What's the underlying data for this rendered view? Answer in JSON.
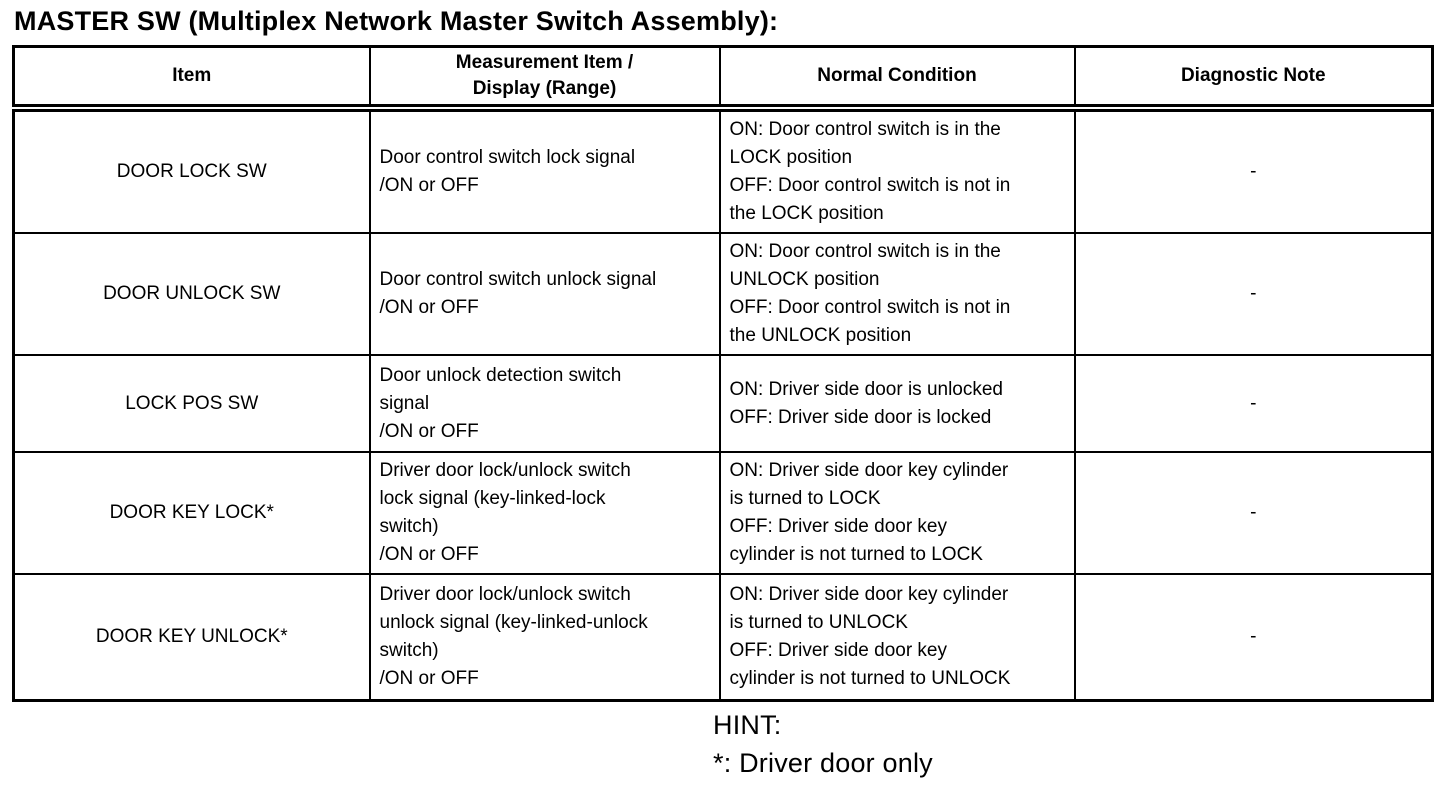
{
  "title": "MASTER SW (Multiplex Network Master Switch Assembly):",
  "table": {
    "headers": {
      "item": "Item",
      "measurement": "Measurement Item /\nDisplay (Range)",
      "normal": "Normal Condition",
      "note": "Diagnostic Note"
    },
    "rows": [
      {
        "item": "DOOR LOCK SW",
        "measurement": "Door control switch lock signal\n/ON or OFF",
        "normal": "ON: Door control switch is in the\nLOCK position\nOFF: Door control switch is not in\nthe LOCK position",
        "note": "-"
      },
      {
        "item": "DOOR UNLOCK SW",
        "measurement": "Door control switch unlock signal\n/ON or OFF",
        "normal": "ON: Door control switch is in the\nUNLOCK position\nOFF: Door control switch is not in\nthe UNLOCK position",
        "note": "-"
      },
      {
        "item": "LOCK POS SW",
        "measurement": "Door unlock detection switch\nsignal\n/ON or OFF",
        "normal": "ON: Driver side door is unlocked\nOFF: Driver side door is locked",
        "note": "-"
      },
      {
        "item": "DOOR KEY LOCK*",
        "measurement": "Driver door lock/unlock switch\nlock signal (key-linked-lock\nswitch)\n/ON or OFF",
        "normal": "ON: Driver side door key cylinder\nis turned to LOCK\nOFF: Driver side door key\ncylinder is not turned to LOCK",
        "note": "-"
      },
      {
        "item": "DOOR KEY UNLOCK*",
        "measurement": "Driver door lock/unlock switch\nunlock signal (key-linked-unlock\nswitch)\n/ON or OFF",
        "normal": "ON: Driver side door key cylinder\nis turned to UNLOCK\nOFF: Driver side door key\ncylinder is not turned to UNLOCK",
        "note": "-"
      }
    ]
  },
  "hint": {
    "label": "HINT:",
    "text": "*: Driver door only"
  },
  "colors": {
    "text": "#000000",
    "background": "#ffffff",
    "border": "#000000"
  }
}
